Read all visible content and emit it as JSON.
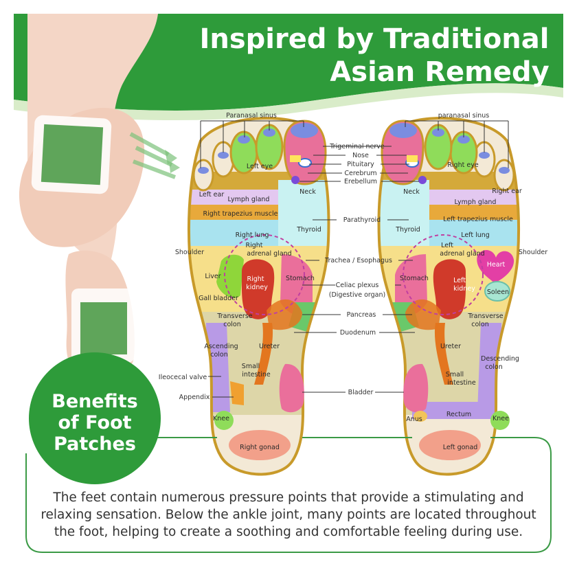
{
  "title": {
    "line1": "Inspired by Traditional",
    "line2": "Asian Remedy"
  },
  "badge": {
    "line1": "Benefits",
    "line2": "of Foot",
    "line3": "Patches"
  },
  "description": "The feet contain numerous pressure points that provide a stimulating and relaxing sensation. Below the ankle joint, many points are located throughout the foot, helping to create a soothing and comfortable feeling during use.",
  "center_labels": {
    "trigeminal_nerve": "Trigeminal nerve",
    "nose": "Nose",
    "pituitary": "Pituitary",
    "cerebrum": "Cerebrum",
    "erebellum": "Erebellum",
    "parathyroid": "Parathyroid",
    "trachea": "Trachea / Esophagus",
    "celiac1": "Celiac plexus",
    "celiac2": "(Digestive organ)",
    "pancreas": "Pancreas",
    "duodenum": "Duodenum",
    "bladder": "Bladder"
  },
  "left_foot": {
    "paranasal": "Paranasal sinus",
    "left_eye": "Left eye",
    "left_ear": "Left ear",
    "neck": "Neck",
    "lymph": "Lymph gland",
    "trapezius": "Right trapezius muscle",
    "lung": "Right lung",
    "thyroid": "Thyroid",
    "shoulder": "Shoulder",
    "adrenal1": "Right",
    "adrenal2": "adrenal gland",
    "liver": "Liver",
    "kidney1": "Right",
    "kidney2": "kidney",
    "stomach": "Stomach",
    "gall": "Gall bladder",
    "transverse1": "Transverse",
    "transverse2": "colon",
    "ascending1": "Ascending",
    "ascending2": "colon",
    "ureter": "Ureter",
    "small1": "Small",
    "small2": "intestine",
    "ileocecal": "Ileocecal valve",
    "appendix": "Appendix",
    "knee": "Knee",
    "gonad": "Right gonad"
  },
  "right_foot": {
    "paranasal": "paranasal sinus",
    "right_eye": "Right eye",
    "right_ear": "Right ear",
    "neck": "Neck",
    "lymph": "Lymph gland",
    "trapezius": "Left trapezius muscle",
    "lung": "Left lung",
    "thyroid": "Thyroid",
    "shoulder": "Shoulder",
    "adrenal1": "Left",
    "adrenal2": "adrenal gland",
    "heart": "Heart",
    "kidney1": "Left",
    "kidney2": "kidney",
    "stomach": "Stomach",
    "spleen": "Soleen",
    "transverse1": "Transverse",
    "transverse2": "colon",
    "ureter": "Ureter",
    "descending1": "Descending",
    "descending2": "colon",
    "small1": "Small",
    "small2": "intestine",
    "rectum": "Rectum",
    "anus": "Anus",
    "knee": "Knee",
    "gonad": "Left gonad"
  },
  "colors": {
    "brand_green": "#2e9b3a",
    "light_green": "#d9ecc9",
    "border": "#c89a2a"
  }
}
